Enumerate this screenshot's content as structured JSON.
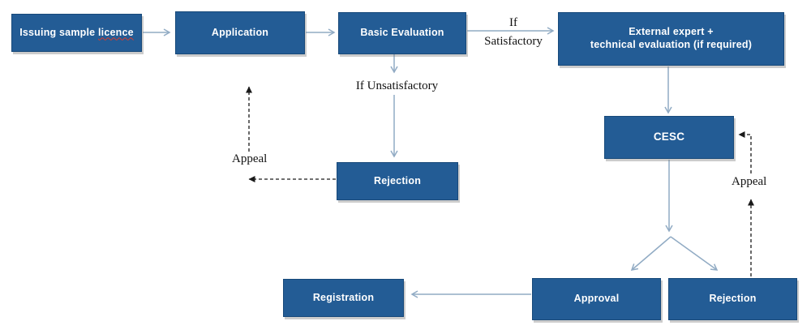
{
  "colors": {
    "node_fill": "#235C95",
    "node_border": "#17497A",
    "node_text": "#FFFFFF",
    "solid_arrow": "#91ABC4",
    "dashed_arrow": "#1A1A1A",
    "spellcheck": "#D93A2B",
    "background": "#FFFFFF"
  },
  "nodes": {
    "issuing": {
      "prefix": "Issuing sample",
      "word": "licence"
    },
    "application": {
      "label": "Application"
    },
    "basic_evaluation": {
      "label": "Basic Evaluation"
    },
    "external_expert": {
      "line1": "External expert +",
      "line2": "technical evaluation (if required)"
    },
    "cesc": {
      "label": "CESC"
    },
    "rejection_mid": {
      "label": "Rejection"
    },
    "registration": {
      "label": "Registration"
    },
    "approval": {
      "label": "Approval"
    },
    "rejection_bottom": {
      "label": "Rejection"
    }
  },
  "edge_labels": {
    "if": "If",
    "satisfactory": "Satisfactory",
    "if_unsatisfactory": "If Unsatisfactory",
    "appeal_left": "Appeal",
    "appeal_right": "Appeal"
  }
}
